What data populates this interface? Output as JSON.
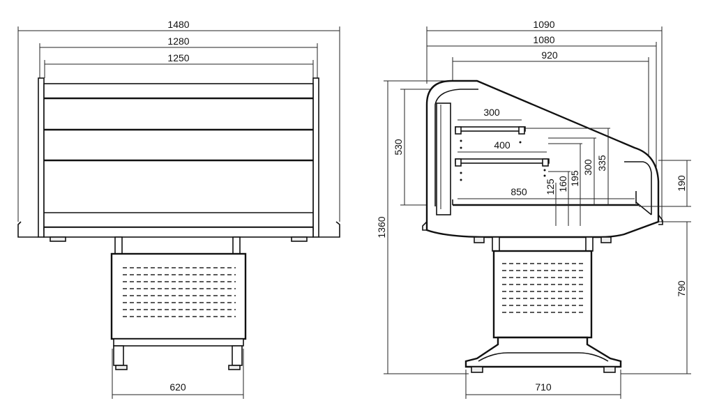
{
  "front_view": {
    "dims": {
      "overall_width": "1480",
      "inner_width": "1280",
      "shelf_width": "1250",
      "base_width": "620"
    }
  },
  "side_view": {
    "dims": {
      "overall_depth": "1090",
      "depth_2": "1080",
      "depth_3": "920",
      "shelf_upper": "300",
      "shelf_lower": "400",
      "deck_depth": "850",
      "front_height": "530",
      "total_height": "1360",
      "h_125": "125",
      "h_160": "160",
      "h_195": "195",
      "h_300": "300",
      "h_335": "335",
      "rear_height": "190",
      "base_height": "790",
      "base_depth": "710"
    }
  }
}
